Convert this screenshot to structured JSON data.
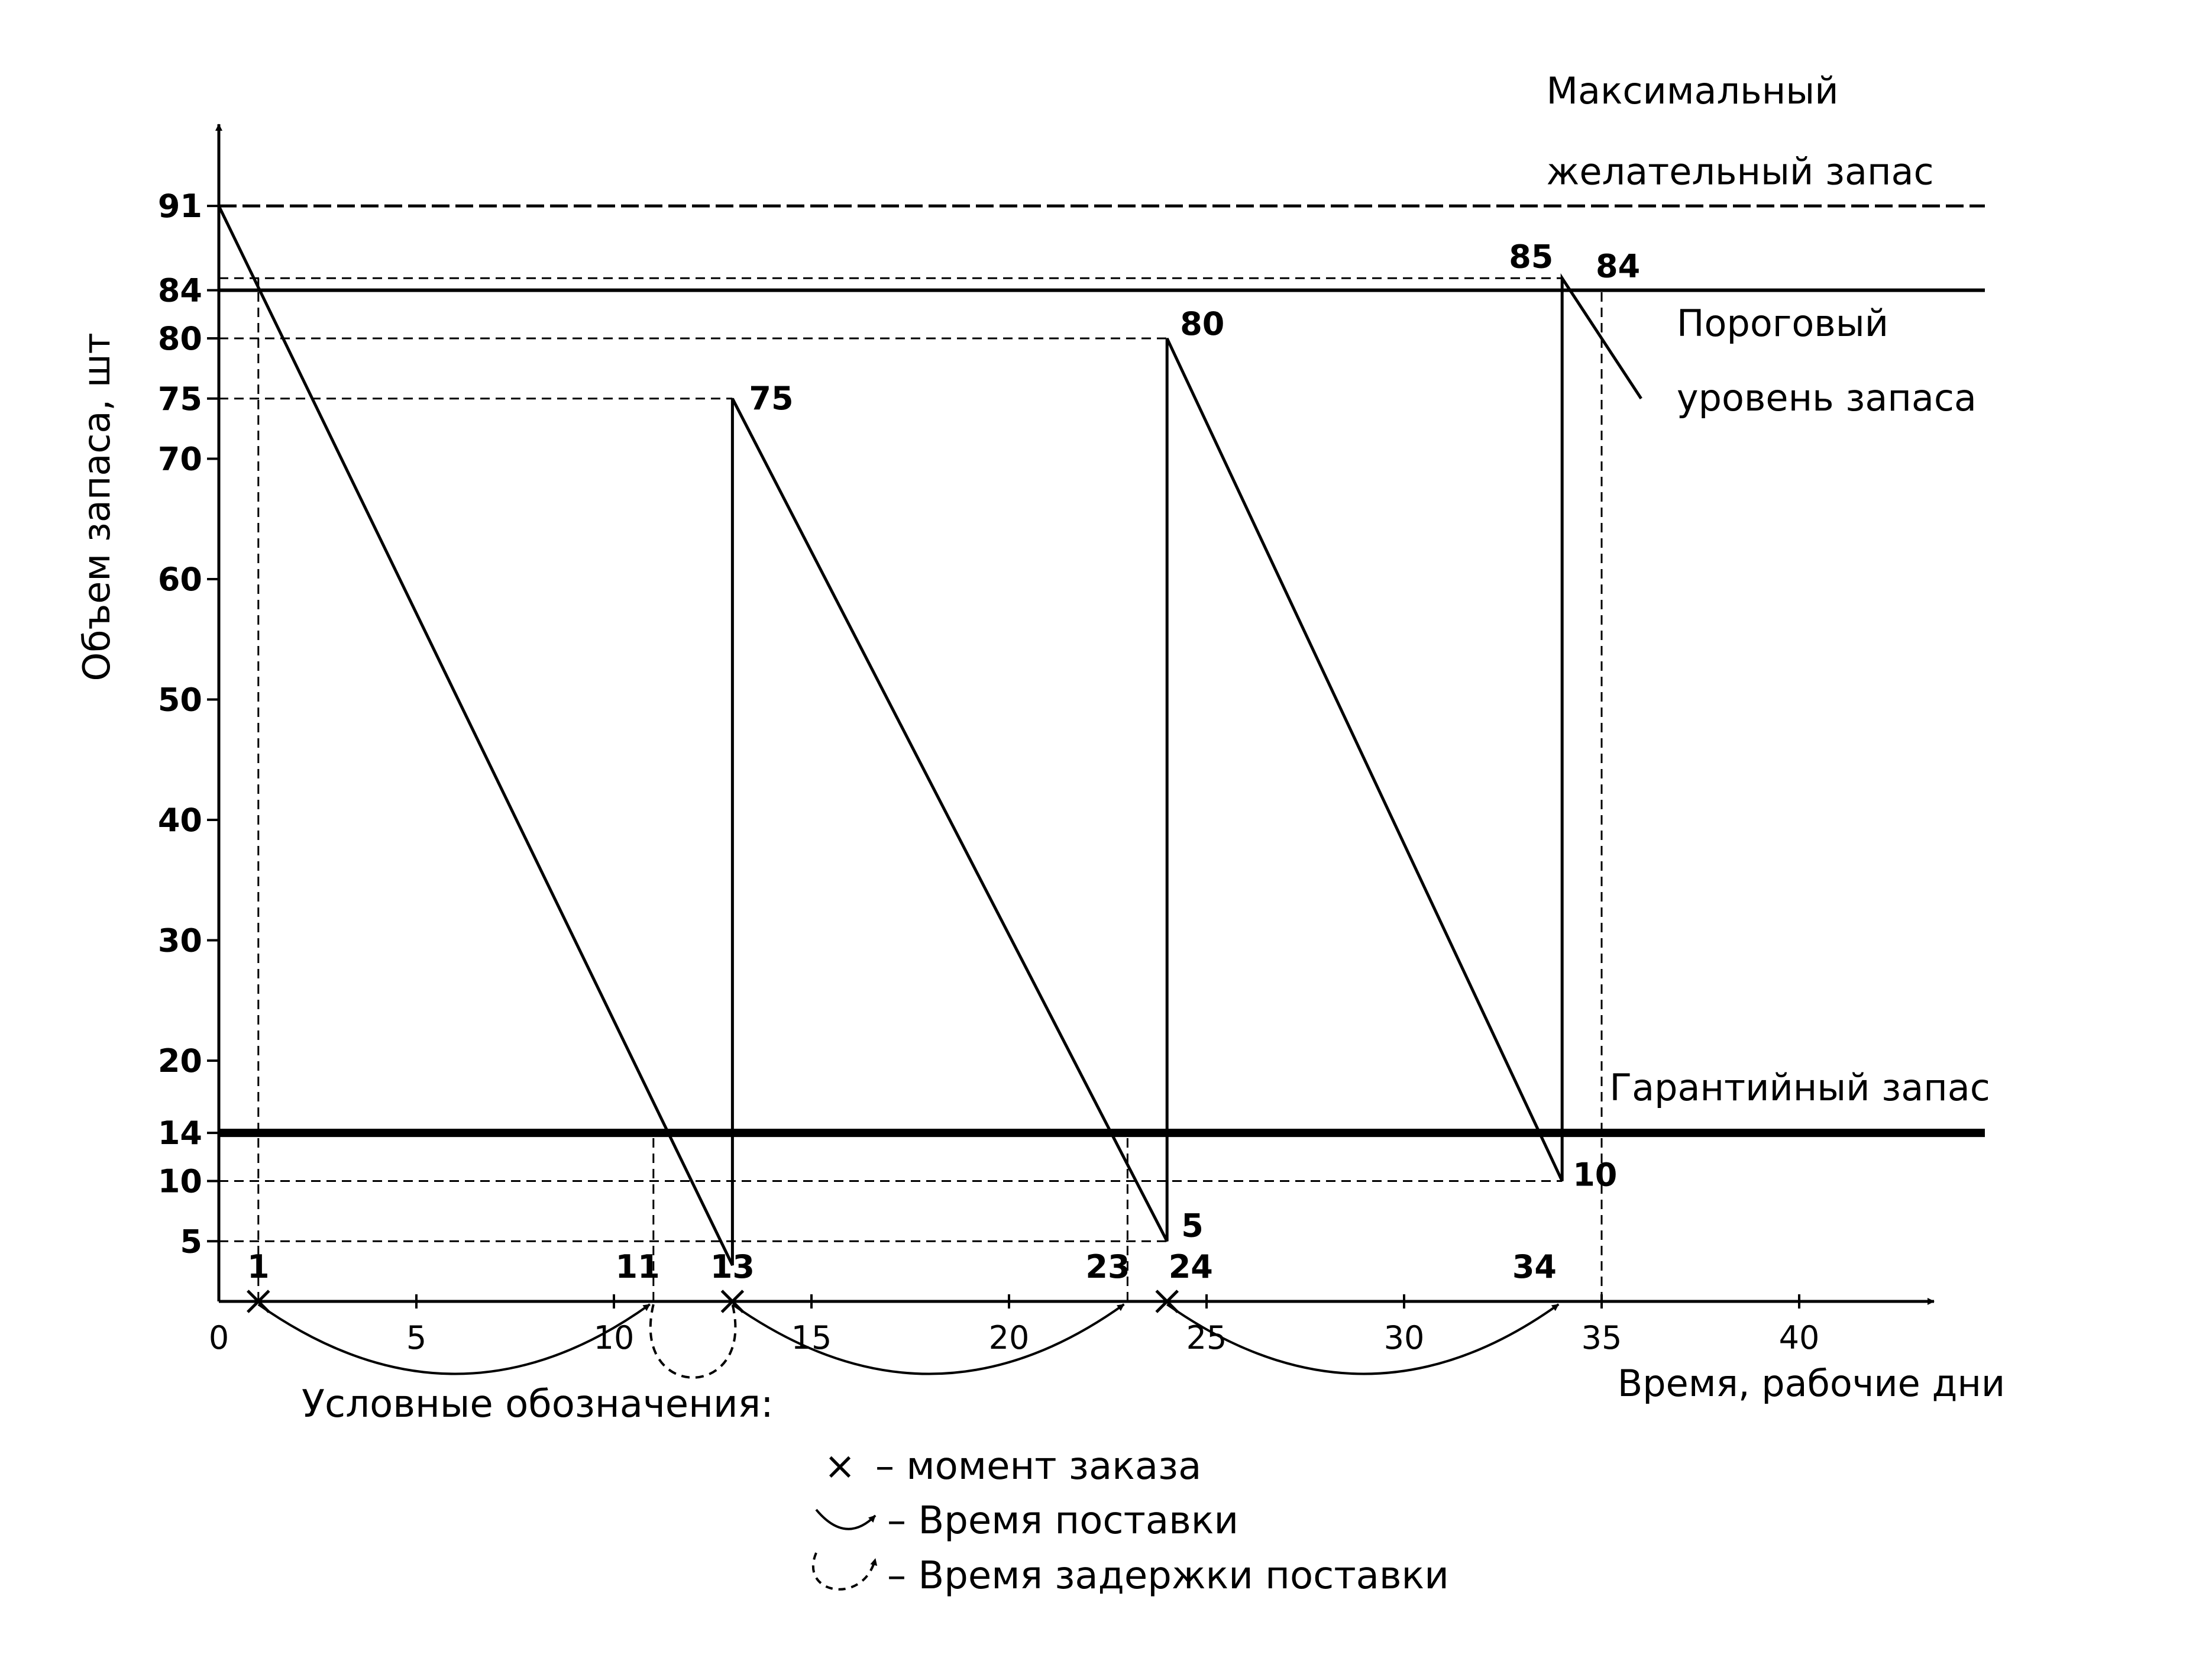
{
  "chart_data": {
    "type": "line",
    "y_axis_label": "Объем запаса, шт",
    "x_axis_label": "Время, рабочие дни",
    "x_ticks": [
      0,
      5,
      10,
      15,
      20,
      25,
      30,
      35,
      40
    ],
    "x_tick_labels": [
      "0",
      "5",
      "10",
      "15",
      "20",
      "25",
      "30",
      "35",
      "40"
    ],
    "y_ticks": [
      5,
      10,
      14,
      20,
      30,
      40,
      50,
      60,
      70,
      75,
      80,
      84,
      91
    ],
    "y_tick_labels": [
      "5",
      "10",
      "14",
      "20",
      "30",
      "40",
      "50",
      "60",
      "70",
      "75",
      "80",
      "84",
      "91"
    ],
    "xlim": [
      0,
      43
    ],
    "ylim": [
      0,
      97
    ],
    "levels": [
      {
        "key": "max",
        "value": 91,
        "label_lines": [
          "Максимальный",
          "желательный запас"
        ],
        "style": "dashed"
      },
      {
        "key": "threshold",
        "value": 84,
        "label_lines": [
          "Пороговый",
          "уровень запаса"
        ],
        "style": "solid"
      },
      {
        "key": "guarantee",
        "value": 14,
        "label_lines": [
          "Гарантийный запас"
        ],
        "style": "thick"
      }
    ],
    "series": [
      {
        "points": [
          [
            0,
            91
          ],
          [
            13,
            3
          ],
          [
            13,
            75
          ],
          [
            24,
            5
          ],
          [
            24,
            80
          ],
          [
            34,
            10
          ],
          [
            34,
            85
          ],
          [
            36,
            75
          ]
        ]
      }
    ],
    "point_labels": [
      {
        "x": 13,
        "y": 75,
        "text": "75"
      },
      {
        "x": 24,
        "y": 80,
        "text": "80"
      },
      {
        "x": 24,
        "y": 5,
        "text": "5"
      },
      {
        "x": 34,
        "y": 10,
        "text": "10"
      },
      {
        "x": 34,
        "y": 85,
        "text": "85"
      },
      {
        "x": 35,
        "y": 84,
        "text": "84"
      }
    ],
    "order_days": [
      1,
      13,
      24
    ],
    "day_labels": [
      "1",
      "11",
      "13",
      "23",
      "24",
      "34"
    ],
    "delivery_arcs": [
      [
        1,
        11
      ],
      [
        13,
        23
      ],
      [
        24,
        34
      ]
    ],
    "delay_arcs": [
      [
        11,
        13
      ]
    ]
  },
  "legend": {
    "title": "Условные обозначения:",
    "items": [
      {
        "symbol": "×",
        "text": "момент заказа"
      },
      {
        "symbol": "arc",
        "text": "Время поставки"
      },
      {
        "symbol": "dashed-arc",
        "text": "Время задержки поставки"
      }
    ]
  }
}
